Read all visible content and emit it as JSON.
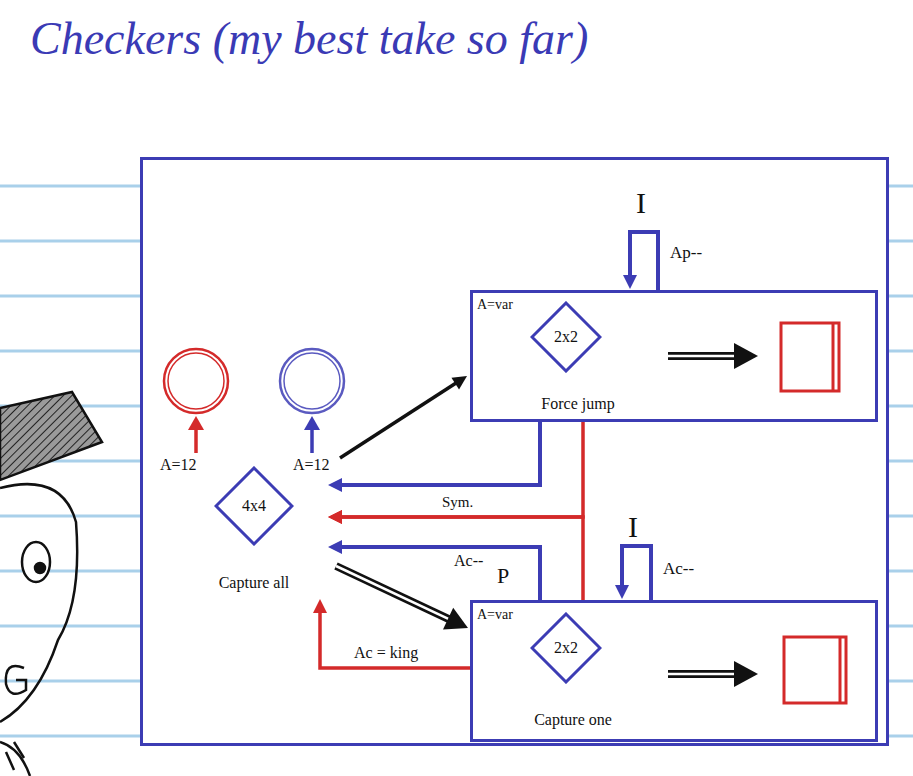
{
  "diagram": {
    "title": "Checkers (my best take so far)",
    "nodes": [
      {
        "text": [
          "4x4",
          "Capture all"
        ]
      },
      {
        "text": [
          "A=var",
          "Force jump"
        ]
      },
      {
        "text": [
          "2x2"
        ],
        "in": 1
      },
      {
        "text": [
          "A=var",
          "Capture one"
        ]
      },
      {
        "text": [
          "2x2"
        ],
        "in": 3
      }
    ],
    "edges": [
      {
        "from": 0,
        "to": 1,
        "arrow": "to"
      },
      {
        "from": 1,
        "to": 1,
        "label": "Ap--",
        "arrow": "to"
      },
      {
        "from": 1,
        "to": 0,
        "arrow": "to"
      },
      {
        "from": 1,
        "to": 0,
        "label": "Sym.",
        "arrow": "to"
      },
      {
        "from": 3,
        "to": 0,
        "arrow": "to"
      },
      {
        "from": 3,
        "to": 0,
        "label": "Ac--",
        "arrow": "to"
      },
      {
        "from": 3,
        "to": 3,
        "label": "Ac--",
        "arrow": "to"
      },
      {
        "from": 3,
        "to": 0,
        "label": "Ac = king",
        "arrow": "to"
      },
      {
        "from": 0,
        "to": 3,
        "arrow": "to"
      }
    ],
    "labels": [
      "A=12",
      "A=12",
      "I",
      "I",
      "P"
    ]
  }
}
